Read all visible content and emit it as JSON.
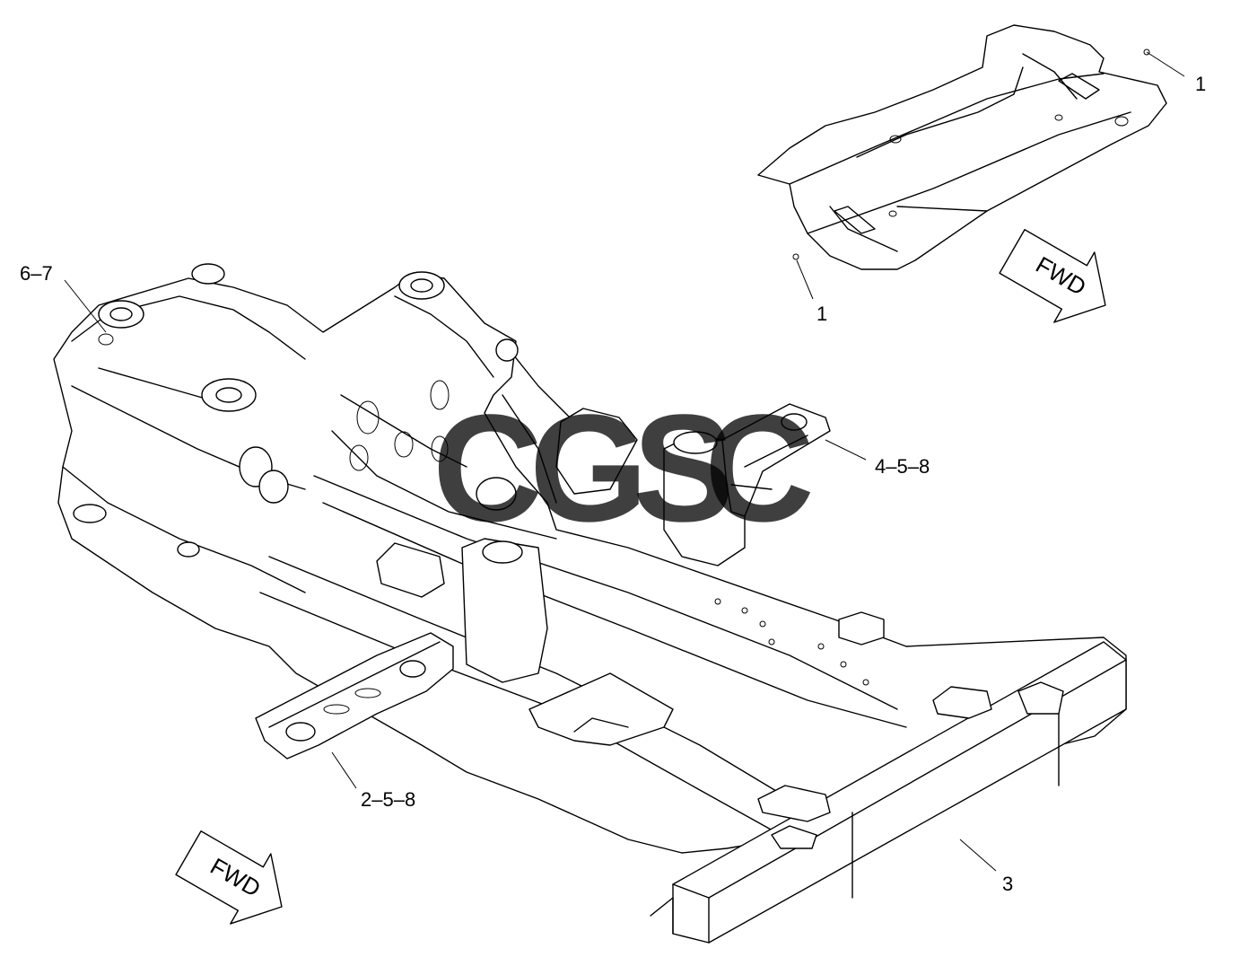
{
  "callouts": {
    "c1_top": "1",
    "c1_bottom": "1",
    "c67": "6–7",
    "c458": "4–5–8",
    "c258": "2–5–8",
    "c3": "3"
  },
  "arrows": {
    "fwd_top": "FWD",
    "fwd_bottom": "FWD"
  },
  "watermark": {
    "letters": [
      "C",
      "G",
      "S",
      "C"
    ],
    "colors": [
      "#4285F4",
      "#EA4335",
      "#FBBC05",
      "#34A853"
    ]
  }
}
